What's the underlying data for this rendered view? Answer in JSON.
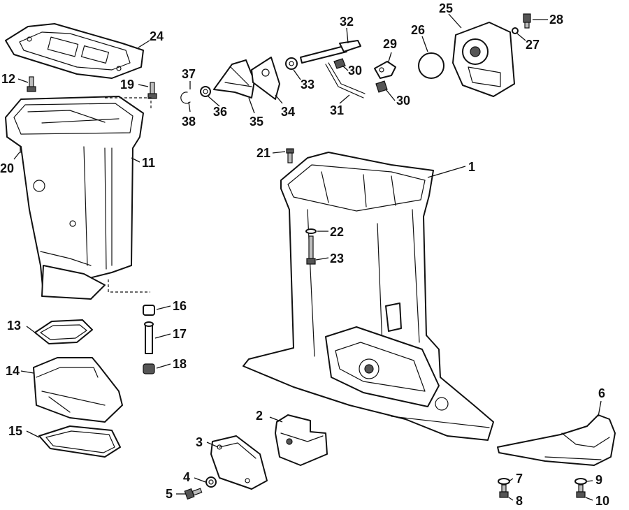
{
  "diagram": {
    "callouts": [
      {
        "id": "c1",
        "label": "1"
      },
      {
        "id": "c2",
        "label": "2"
      },
      {
        "id": "c3",
        "label": "3"
      },
      {
        "id": "c4",
        "label": "4"
      },
      {
        "id": "c5",
        "label": "5"
      },
      {
        "id": "c6",
        "label": "6"
      },
      {
        "id": "c7",
        "label": "7"
      },
      {
        "id": "c8",
        "label": "8"
      },
      {
        "id": "c9",
        "label": "9"
      },
      {
        "id": "c10",
        "label": "10"
      },
      {
        "id": "c11",
        "label": "11"
      },
      {
        "id": "c12",
        "label": "12"
      },
      {
        "id": "c13",
        "label": "13"
      },
      {
        "id": "c14",
        "label": "14"
      },
      {
        "id": "c15",
        "label": "15"
      },
      {
        "id": "c16",
        "label": "16"
      },
      {
        "id": "c17",
        "label": "17"
      },
      {
        "id": "c18",
        "label": "18"
      },
      {
        "id": "c19",
        "label": "19"
      },
      {
        "id": "c20",
        "label": "20"
      },
      {
        "id": "c21",
        "label": "21"
      },
      {
        "id": "c22",
        "label": "22"
      },
      {
        "id": "c23",
        "label": "23"
      },
      {
        "id": "c24",
        "label": "24"
      },
      {
        "id": "c25",
        "label": "25"
      },
      {
        "id": "c26",
        "label": "26"
      },
      {
        "id": "c27",
        "label": "27"
      },
      {
        "id": "c28",
        "label": "28"
      },
      {
        "id": "c29",
        "label": "29"
      },
      {
        "id": "c30a",
        "label": "30"
      },
      {
        "id": "c30b",
        "label": "30"
      },
      {
        "id": "c31",
        "label": "31"
      },
      {
        "id": "c32",
        "label": "32"
      },
      {
        "id": "c33",
        "label": "33"
      },
      {
        "id": "c34",
        "label": "34"
      },
      {
        "id": "c35",
        "label": "35"
      },
      {
        "id": "c36",
        "label": "36"
      },
      {
        "id": "c37",
        "label": "37"
      },
      {
        "id": "c38",
        "label": "38"
      }
    ]
  }
}
